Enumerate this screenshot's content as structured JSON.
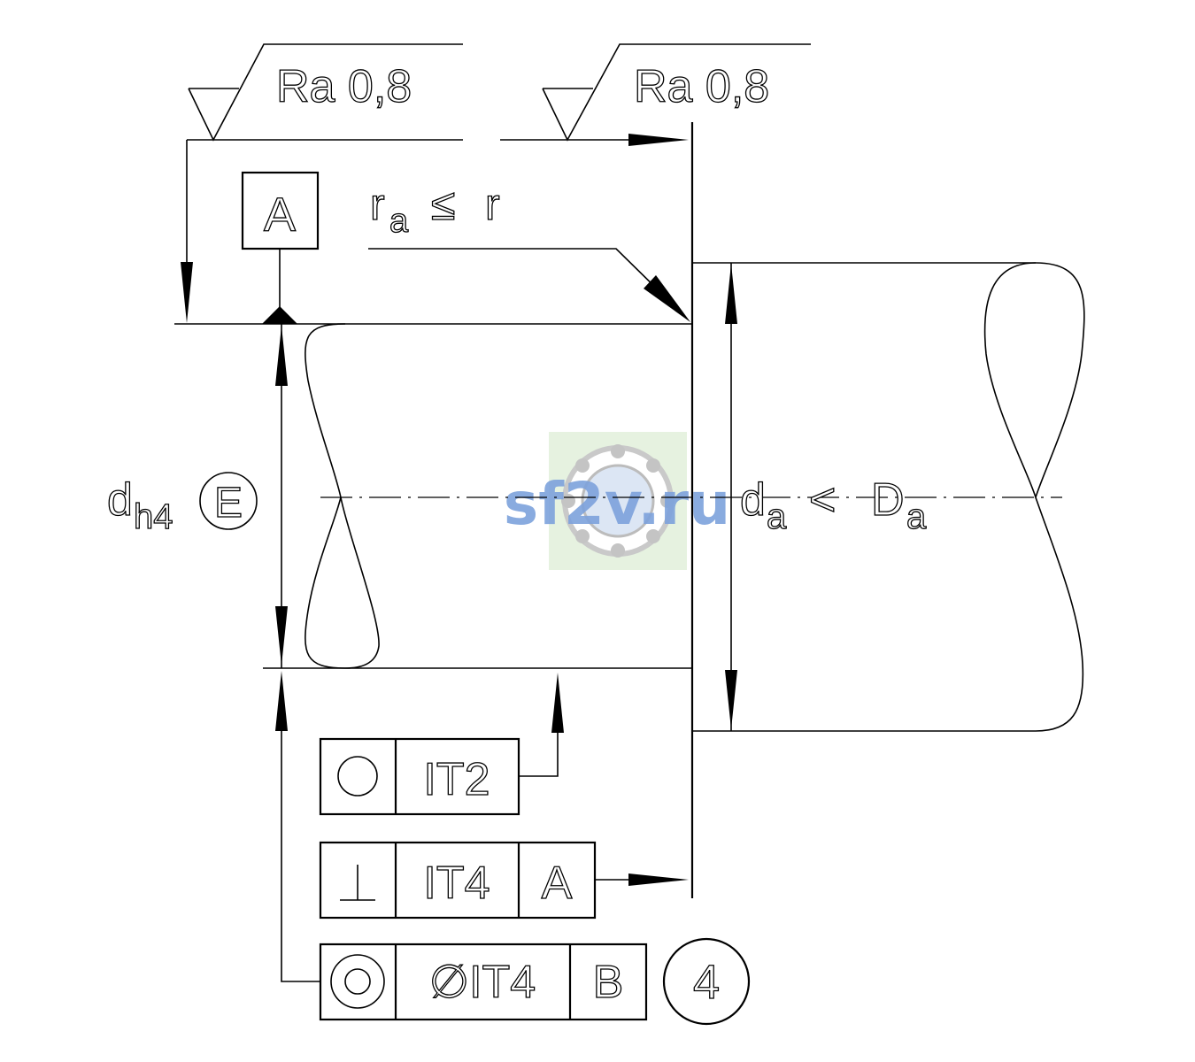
{
  "surface_finish": {
    "left": {
      "label": "Ra 0,8"
    },
    "right": {
      "label": "Ra 0,8"
    }
  },
  "datum_a": {
    "letter": "A"
  },
  "radius_note": {
    "r": "r",
    "sub": "a",
    "op": "≤",
    "rhs": "r"
  },
  "diameter_shaft": {
    "d": "d",
    "sub": "h4",
    "envelope": "E"
  },
  "diameter_shoulder": {
    "d": "d",
    "sub": "a",
    "op": "<",
    "D": "D",
    "Dsub": "a"
  },
  "fcf_roundness": {
    "symbol": "○",
    "tolerance": "IT2"
  },
  "fcf_perpendicularity": {
    "symbol": "⊥",
    "tolerance": "IT4",
    "datum": "A"
  },
  "fcf_coaxiality": {
    "symbol": "◎",
    "tolerance": "∅IT4",
    "datum": "B",
    "note": "4"
  },
  "watermark": {
    "text": "sf2v.ru"
  },
  "colors": {
    "line": "#000000",
    "watermark_text": "#7da2dc",
    "watermark_bg": "#e6f2e0"
  }
}
